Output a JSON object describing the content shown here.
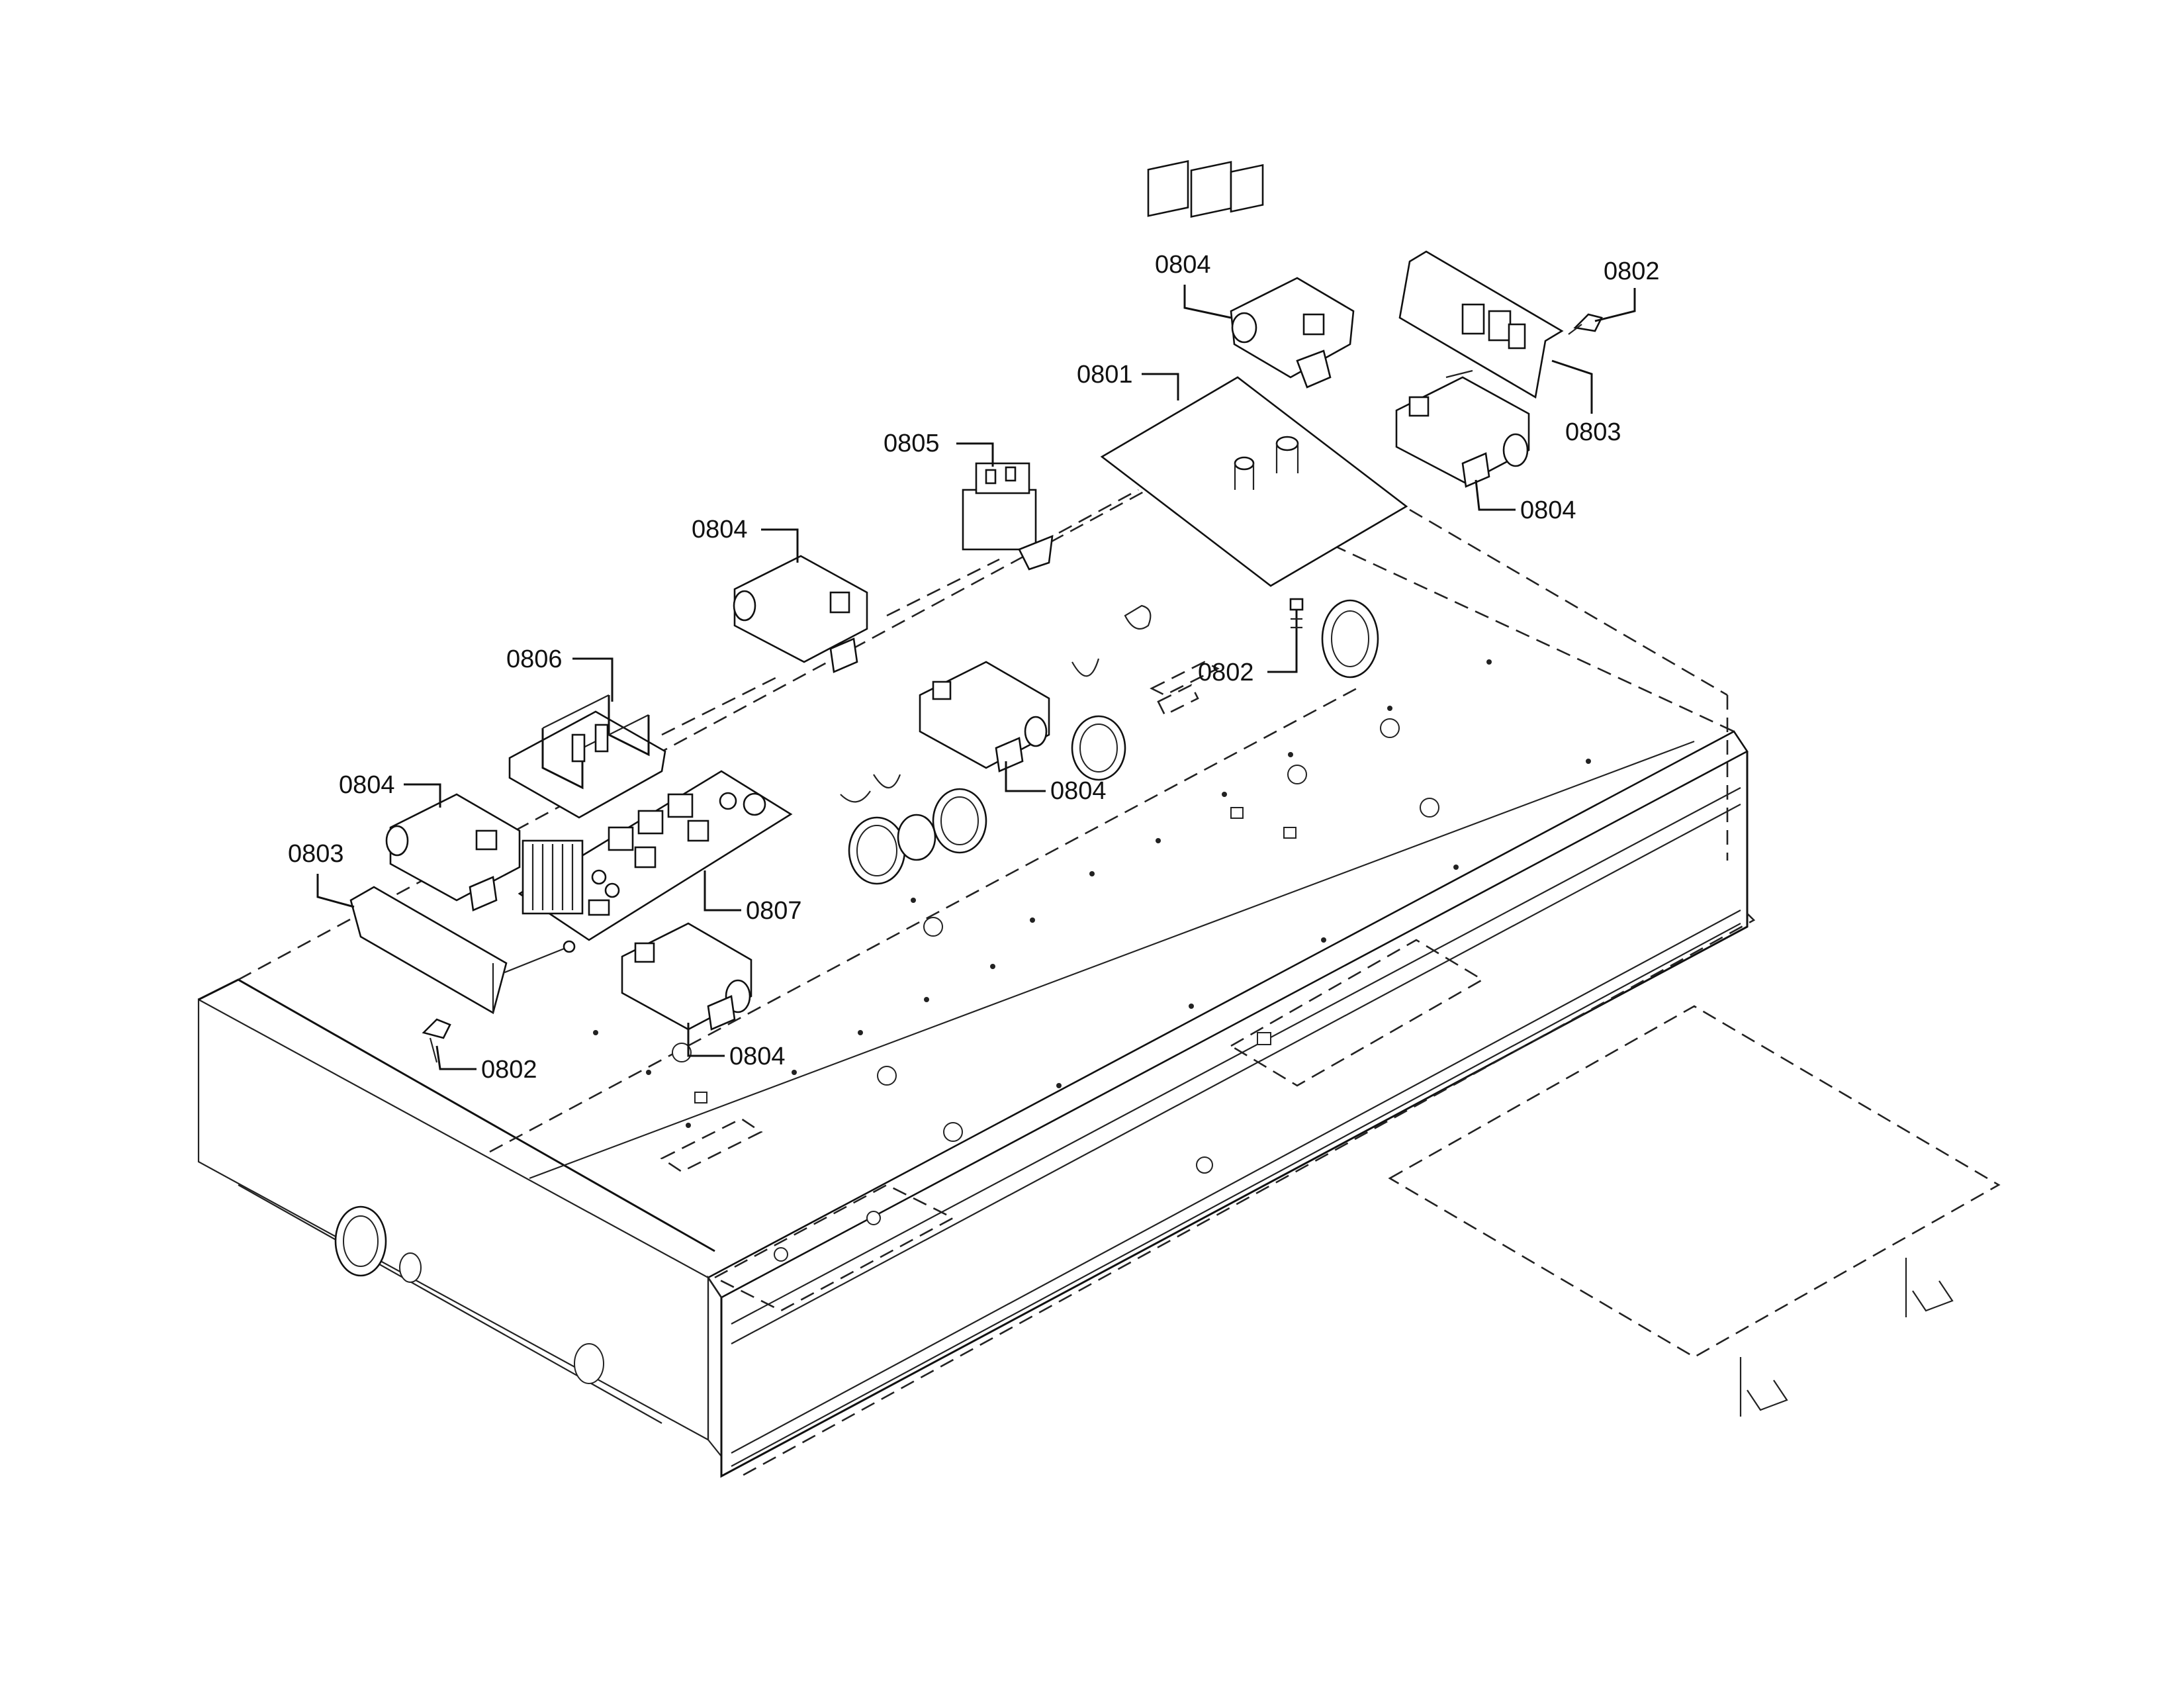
{
  "callouts": [
    {
      "id": "c1",
      "text": "0804"
    },
    {
      "id": "c2",
      "text": "0802"
    },
    {
      "id": "c3",
      "text": "0801"
    },
    {
      "id": "c4",
      "text": "0803"
    },
    {
      "id": "c5",
      "text": "0805"
    },
    {
      "id": "c6",
      "text": "0804"
    },
    {
      "id": "c7",
      "text": "0804"
    },
    {
      "id": "c8",
      "text": "0802"
    },
    {
      "id": "c9",
      "text": "0806"
    },
    {
      "id": "c10",
      "text": "0804"
    },
    {
      "id": "c11",
      "text": "0804"
    },
    {
      "id": "c12",
      "text": "0803"
    },
    {
      "id": "c13",
      "text": "0807"
    },
    {
      "id": "c14",
      "text": "0804"
    },
    {
      "id": "c15",
      "text": "0802"
    }
  ],
  "colors": {
    "line": "#111111",
    "background": "#ffffff"
  }
}
